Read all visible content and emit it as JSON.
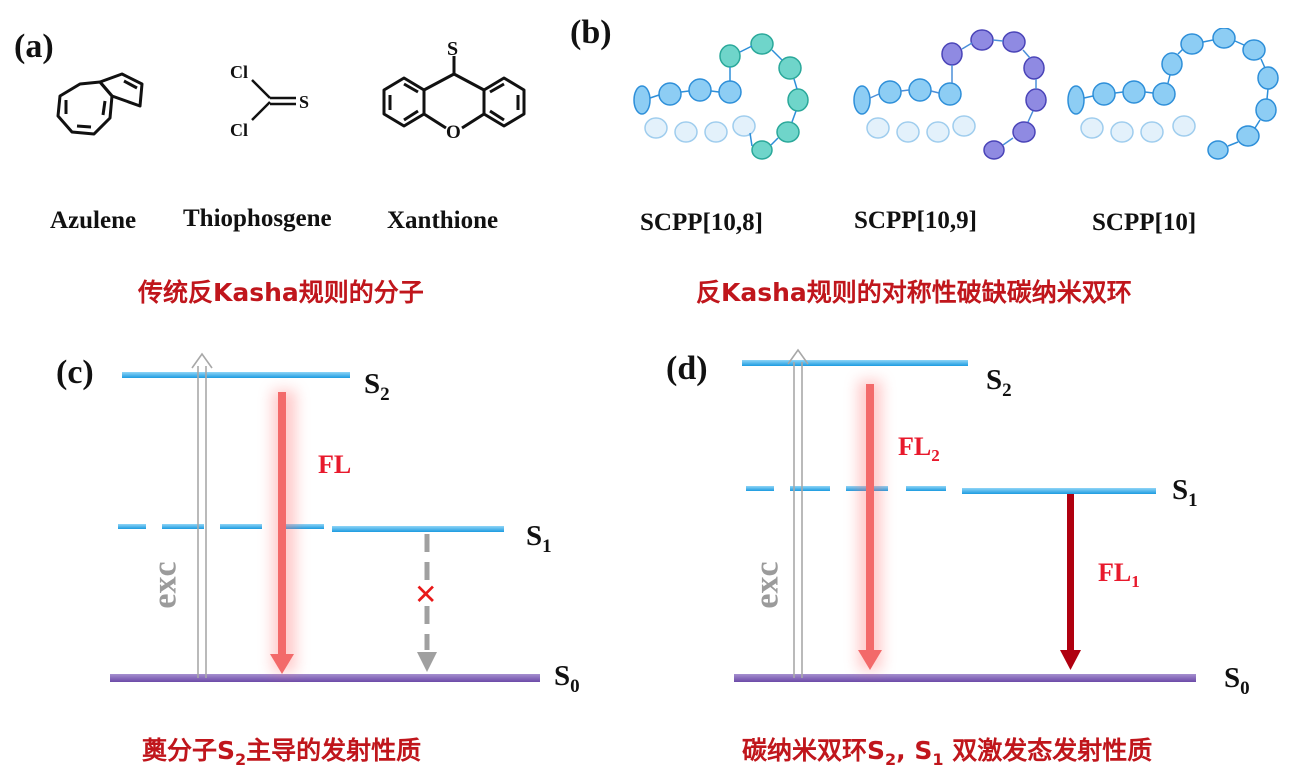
{
  "panels": {
    "a": {
      "label": "(a)",
      "molecules": [
        {
          "name": "Azulene"
        },
        {
          "name": "Thiophosgene",
          "atoms": {
            "cl_top": "Cl",
            "cl_bottom": "Cl",
            "s": "S"
          }
        },
        {
          "name": "Xanthione",
          "atoms": {
            "s": "S",
            "o": "O"
          }
        }
      ],
      "caption": "传统反Kasha规则的分子"
    },
    "b": {
      "label": "(b)",
      "molecules": [
        {
          "name": "SCPP[10,8]"
        },
        {
          "name": "SCPP[10,9]"
        },
        {
          "name": "SCPP[10]"
        }
      ],
      "caption": "反Kasha规则的对称性破缺碳纳米双环"
    },
    "c": {
      "label": "(c)",
      "s2": "S",
      "s2_sub": "2",
      "s1": "S",
      "s1_sub": "1",
      "s0": "S",
      "s0_sub": "0",
      "fl": "FL",
      "exc": "exc",
      "cross": "✕",
      "caption_pre": "薁分子S",
      "caption_sub": "2",
      "caption_post": "主导的发射性质"
    },
    "d": {
      "label": "(d)",
      "s2": "S",
      "s2_sub": "2",
      "s1": "S",
      "s1_sub": "1",
      "s0": "S",
      "s0_sub": "0",
      "fl2": "FL",
      "fl2_sub": "2",
      "fl1": "FL",
      "fl1_sub": "1",
      "exc": "exc",
      "caption_pre": "碳纳米双环S",
      "caption_sub1": "2",
      "caption_mid": ", S",
      "caption_sub2": "1",
      "caption_post": " 双激发态发射性质"
    }
  },
  "colors": {
    "caption": "#c0161c",
    "fl_arrow": "#f25a5a",
    "fl1_arrow": "#b00010",
    "level_blue": "#27a6e6",
    "ground_purple": "#7a5ab0",
    "ring_blue": "#2e8fd9",
    "ring_teal": "#3fc7b8",
    "ring_purple": "#6a63d8",
    "exc_gray": "#9b9b9b"
  }
}
